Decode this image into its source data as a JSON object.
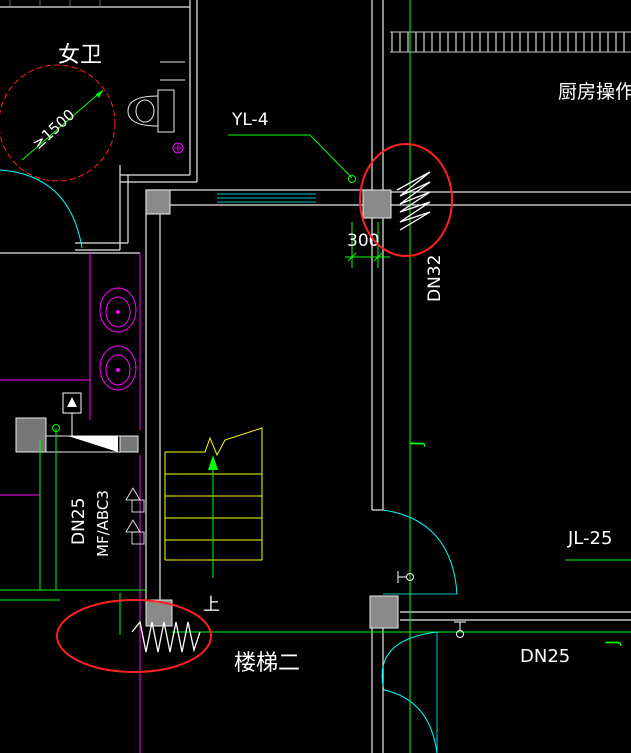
{
  "labels": {
    "room_womens_wc": "女卫",
    "circle_dim": "≥1500",
    "riser_yl4": "YL-4",
    "kitchen_room": "厨房操作间",
    "dim_300": "300",
    "pipe_dn32": "DN32",
    "pipe_dn25_vert": "DN25",
    "extinguisher_code": "MF/ABC3",
    "riser_jl25": "JL-25",
    "pipe_dn25_horiz": "DN25",
    "stair_up": "上",
    "stair_name": "楼梯二",
    "pipe_mark_j1": "J",
    "pipe_mark_j2": "J"
  },
  "colors": {
    "background": "#000000",
    "wall": "#e8e8e8",
    "water_pipe": "#00ff00",
    "cyan": "#00ffff",
    "magenta": "#ff00ff",
    "yellow": "#ffff00",
    "annotation_red": "#ff2020",
    "column_fill": "#8a8a8a"
  }
}
